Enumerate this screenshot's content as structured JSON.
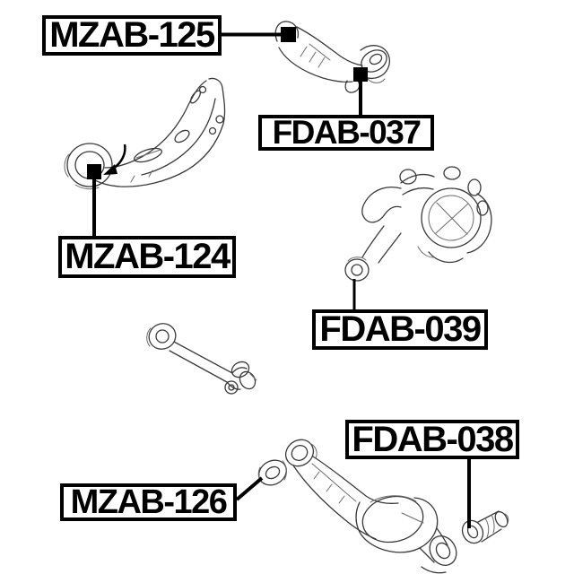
{
  "diagram": {
    "background_color": "#ffffff",
    "ink_color": "#000000",
    "sketch_color": "#3a3a3a",
    "labels": [
      {
        "id": "mzab-125",
        "text": "MZAB-125"
      },
      {
        "id": "fdab-037",
        "text": "FDAB-037"
      },
      {
        "id": "mzab-124",
        "text": "MZAB-124"
      },
      {
        "id": "fdab-039",
        "text": "FDAB-039"
      },
      {
        "id": "fdab-038",
        "text": "FDAB-038"
      },
      {
        "id": "mzab-126",
        "text": "MZAB-126"
      }
    ],
    "illustrations": [
      {
        "name": "rear-upper-control-arm",
        "linked_labels": [
          "MZAB-125",
          "FDAB-037"
        ]
      },
      {
        "name": "rear-trailing-arm",
        "linked_labels": [
          "MZAB-124"
        ]
      },
      {
        "name": "rear-knuckle-hub-carrier",
        "linked_labels": [
          "FDAB-039"
        ]
      },
      {
        "name": "rear-lateral-link-rod",
        "linked_labels": []
      },
      {
        "name": "rear-lower-control-arm",
        "linked_labels": [
          "FDAB-038",
          "MZAB-126"
        ]
      },
      {
        "name": "detached-arm-bushing",
        "linked_labels": [
          "MZAB-126"
        ]
      },
      {
        "name": "small-stepped-bushing",
        "linked_labels": [
          "FDAB-038"
        ]
      }
    ]
  }
}
